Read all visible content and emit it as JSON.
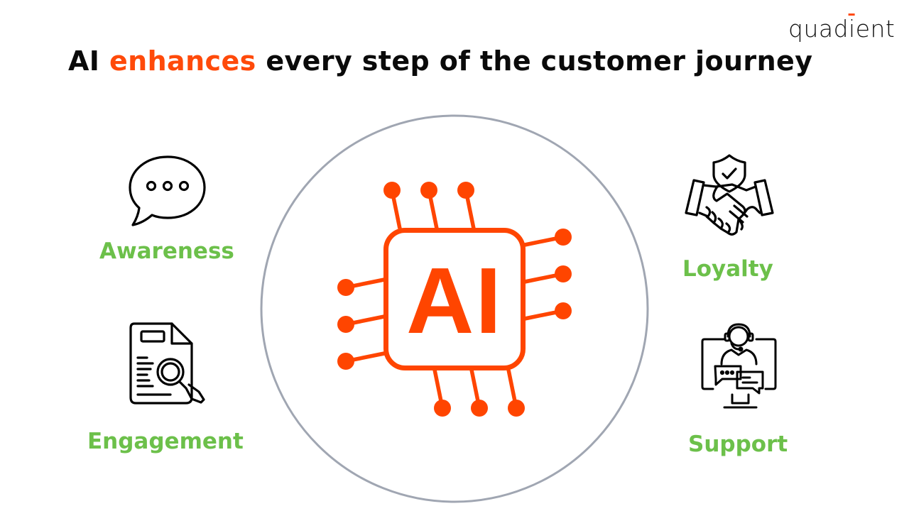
{
  "brand": {
    "logo_text_before": "quad",
    "logo_text_accent": "i",
    "logo_text_after": "ent"
  },
  "header": {
    "title_prefix": "AI ",
    "title_highlight": "enhances",
    "title_suffix": " every step of the customer journey"
  },
  "center": {
    "chip_label": "AI",
    "chip_icon": "ai-chip-icon"
  },
  "stages": [
    {
      "label": "Awareness",
      "icon": "speech-bubble-icon"
    },
    {
      "label": "Engagement",
      "icon": "document-search-icon"
    },
    {
      "label": "Loyalty",
      "icon": "handshake-shield-icon"
    },
    {
      "label": "Support",
      "icon": "customer-support-monitor-icon"
    }
  ],
  "colors": {
    "accent": "#ff4500",
    "label_green": "#6cc04a",
    "circle_stroke": "#a0a6b2",
    "title_text": "#0a0a0a"
  }
}
